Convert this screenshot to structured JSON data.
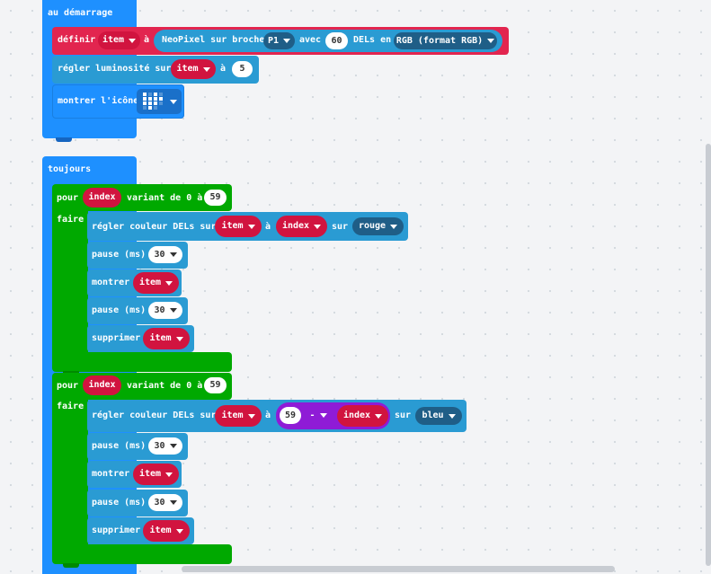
{
  "on_start": {
    "header": "au démarrage",
    "neopixel_create": {
      "label_set": "définir",
      "variable": "item",
      "label_to": "à",
      "label_strip": "NeoPixel sur broche",
      "pin": "P1",
      "label_with": "avec",
      "led_count": "60",
      "label_leds": "DELs en",
      "mode": "RGB (format RGB)"
    },
    "set_brightness": {
      "label": "régler luminosité sur",
      "variable": "item",
      "label_to": "à",
      "value": "5"
    },
    "show_icon": {
      "label": "montrer l'icône",
      "icon": "heart-icon"
    }
  },
  "forever": {
    "header": "toujours",
    "loop1": {
      "label_for": "pour",
      "variable": "index",
      "label_range": "variant de 0 à",
      "max": "59",
      "label_do": "faire",
      "set_pixel": {
        "label": "régler couleur DELs sur",
        "strip": "item",
        "label_at": "à",
        "index": "index",
        "label_to": "sur",
        "color": "rouge"
      },
      "pause1": {
        "label": "pause (ms)",
        "value": "30"
      },
      "show": {
        "label": "montrer",
        "variable": "item"
      },
      "pause2": {
        "label": "pause (ms)",
        "value": "30"
      },
      "clear": {
        "label": "supprimer",
        "variable": "item"
      }
    },
    "loop2": {
      "label_for": "pour",
      "variable": "index",
      "label_range": "variant de 0 à",
      "max": "59",
      "label_do": "faire",
      "set_pixel": {
        "label": "régler couleur DELs sur",
        "strip": "item",
        "label_at": "à",
        "minuend": "59",
        "operator": "-",
        "index": "index",
        "label_to": "sur",
        "color": "bleu"
      },
      "pause1": {
        "label": "pause (ms)",
        "value": "30"
      },
      "show": {
        "label": "montrer",
        "variable": "item"
      },
      "pause2": {
        "label": "pause (ms)",
        "value": "30"
      },
      "clear": {
        "label": "supprimer",
        "variable": "item"
      }
    }
  },
  "colors": {
    "basic": "#1e90ff",
    "loops": "#00a900",
    "neopixel": "#2a9bd3",
    "neopixel_create": "#e2254f",
    "variables": "#d1143f",
    "math": "#8f1bd6",
    "workspace": "#f3f4f6"
  }
}
